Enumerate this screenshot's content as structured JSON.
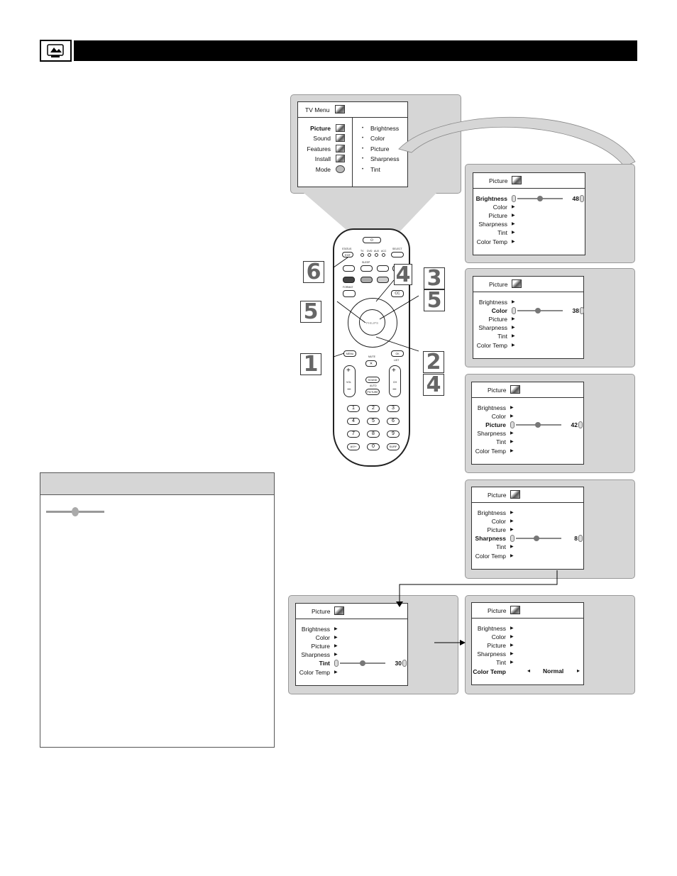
{
  "tv_menu": {
    "title": "TV Menu",
    "items": [
      "Picture",
      "Sound",
      "Features",
      "Install",
      "Mode"
    ],
    "submenu": [
      "Brightness",
      "Color",
      "Picture",
      "Sharpness",
      "Tint"
    ]
  },
  "picture_screens": [
    {
      "title": "Picture",
      "items": [
        "Brightness",
        "Color",
        "Picture",
        "Sharpness",
        "Tint",
        "Color Temp"
      ],
      "selected": "Brightness",
      "value": "48",
      "level": 0.5
    },
    {
      "title": "Picture",
      "items": [
        "Brightness",
        "Color",
        "Picture",
        "Sharpness",
        "Tint",
        "Color Temp"
      ],
      "selected": "Color",
      "value": "38",
      "level": 0.45
    },
    {
      "title": "Picture",
      "items": [
        "Brightness",
        "Color",
        "Picture",
        "Sharpness",
        "Tint",
        "Color Temp"
      ],
      "selected": "Picture",
      "value": "42",
      "level": 0.48
    },
    {
      "title": "Picture",
      "items": [
        "Brightness",
        "Color",
        "Picture",
        "Sharpness",
        "Tint",
        "Color Temp"
      ],
      "selected": "Sharpness",
      "value": "8",
      "level": 0.45
    },
    {
      "title": "Picture",
      "items": [
        "Brightness",
        "Color",
        "Picture",
        "Sharpness",
        "Tint",
        "Color Temp"
      ],
      "selected": "Tint",
      "value": "30",
      "level": 0.5
    },
    {
      "title": "Picture",
      "items": [
        "Brightness",
        "Color",
        "Picture",
        "Sharpness",
        "Tint",
        "Color Temp"
      ],
      "selected": "Color Temp",
      "value": "Normal",
      "level": null
    }
  ],
  "remote": {
    "brand": "PHILIPS",
    "labels": {
      "status": "STATUS",
      "exit": "EXIT",
      "select": "SELECT",
      "tv": "TV",
      "dvd": "DVD",
      "aux": "AUX",
      "acc": "ACC",
      "sleep": "SLEEP",
      "format": "FORMAT",
      "cc": "CC",
      "menu": "MENU",
      "mute": "MUTE",
      "ok": "OK",
      "list": "LIST",
      "vol": "VOL",
      "ch": "CH",
      "sound": "SOUND",
      "auto": "AUTO",
      "picture": "PICTURE",
      "av": "A/V+",
      "surf": "SURF"
    },
    "keypad": [
      "1",
      "2",
      "3",
      "4",
      "5",
      "6",
      "7",
      "8",
      "9",
      "A/V+",
      "0",
      "SURF"
    ]
  },
  "steps": [
    "6",
    "4",
    "3",
    "5",
    "5",
    "1",
    "2",
    "4"
  ],
  "colors": {
    "header": "#000000",
    "panel": "#d6d6d6",
    "step_digit": "#666666"
  }
}
